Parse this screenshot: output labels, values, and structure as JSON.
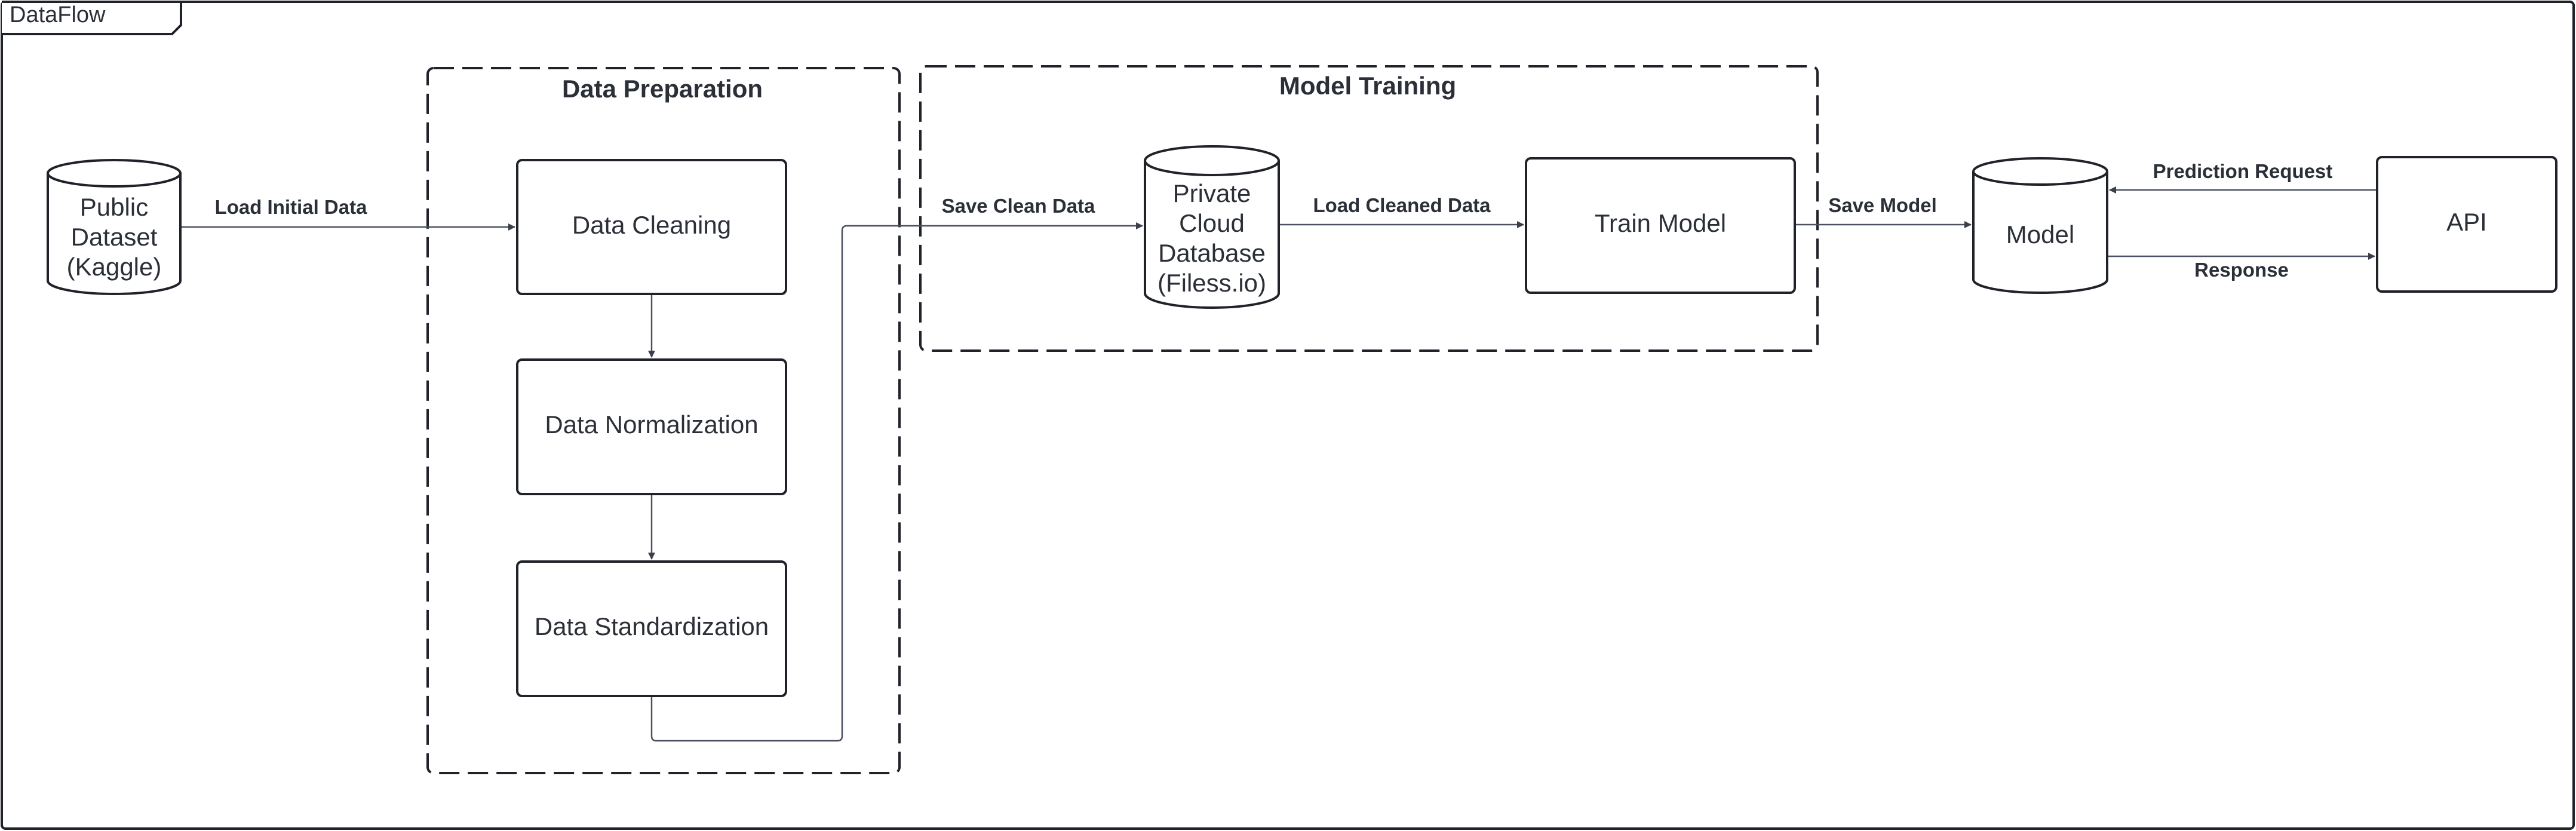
{
  "frame": {
    "title": "DataFlow"
  },
  "groups": {
    "data_preparation": "Data Preparation",
    "model_training": "Model Training"
  },
  "nodes": {
    "public_dataset": [
      "Public",
      "Dataset",
      "(Kaggle)"
    ],
    "data_cleaning": "Data Cleaning",
    "data_normalization": "Data Normalization",
    "data_standardization": "Data Standardization",
    "private_db": [
      "Private",
      "Cloud",
      "Database",
      "(Filess.io)"
    ],
    "train_model": "Train Model",
    "model": "Model",
    "api": "API"
  },
  "edges": {
    "load_initial_data": "Load Initial Data",
    "save_clean_data": "Save Clean Data",
    "load_cleaned_data": "Load Cleaned Data",
    "save_model": "Save Model",
    "prediction_request": "Prediction Request",
    "response": "Response"
  },
  "colors": {
    "stroke": "#1f2228",
    "edge": "#4a5060",
    "text": "#2b2f38",
    "background": "#ffffff"
  }
}
